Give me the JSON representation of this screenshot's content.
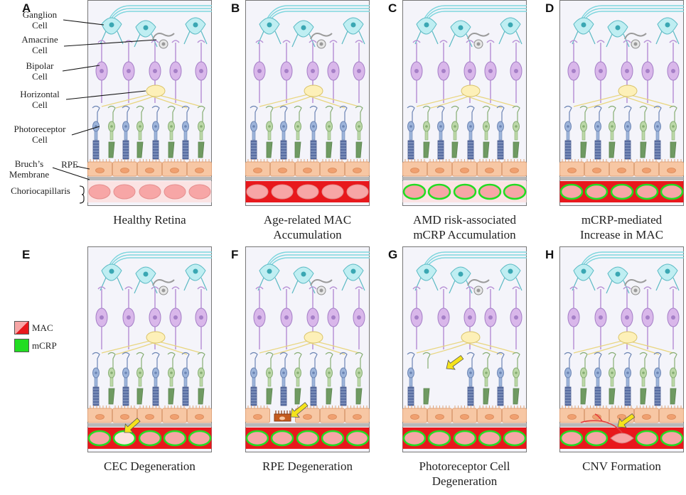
{
  "panels": [
    {
      "letter": "A",
      "caption": [
        "Healthy Retina"
      ],
      "mac": false,
      "mcrp": false,
      "event": "none"
    },
    {
      "letter": "B",
      "caption": [
        "Age-related MAC",
        "Accumulation"
      ],
      "mac": true,
      "mcrp": false,
      "event": "none"
    },
    {
      "letter": "C",
      "caption": [
        "AMD risk-associated",
        "mCRP Accumulation"
      ],
      "mac": false,
      "mcrp": true,
      "event": "none"
    },
    {
      "letter": "D",
      "caption": [
        "mCRP-mediated",
        "Increase in MAC"
      ],
      "mac": true,
      "mcrp": true,
      "event": "none"
    },
    {
      "letter": "E",
      "caption": [
        "CEC Degeneration"
      ],
      "mac": true,
      "mcrp": true,
      "event": "cec"
    },
    {
      "letter": "F",
      "caption": [
        "RPE Degeneration"
      ],
      "mac": true,
      "mcrp": true,
      "event": "rpe"
    },
    {
      "letter": "G",
      "caption": [
        "Photoreceptor Cell",
        "Degeneration"
      ],
      "mac": true,
      "mcrp": true,
      "event": "photoreceptor"
    },
    {
      "letter": "H",
      "caption": [
        "CNV Formation"
      ],
      "mac": true,
      "mcrp": true,
      "event": "cnv"
    }
  ],
  "labels": {
    "ganglion": [
      "Ganglion",
      "Cell"
    ],
    "amacrine": [
      "Amacrine",
      "Cell"
    ],
    "bipolar": [
      "Bipolar",
      "Cell"
    ],
    "horizontal": [
      "Horizontal",
      "Cell"
    ],
    "photoreceptor": [
      "Photoreceptor",
      "Cell"
    ],
    "rpe": "RPE",
    "bruchs": [
      "Bruch’s",
      "Membrane"
    ],
    "choriocapillaris": "Choriocapillaris"
  },
  "legend": [
    {
      "label": "MAC",
      "color": "#e8181c"
    },
    {
      "label": "mCRP",
      "color": "#22dd22"
    }
  ],
  "colors": {
    "ganglion": "#bfeef2",
    "bipolar": "#d9b7ea",
    "horizontal": "#fdf0b8",
    "rod": "#9db4da",
    "cone": "#bcd8a8",
    "rpe": "#f7c7a4",
    "vessel": "#f7a6a6",
    "mac": "#e8181c",
    "mcrp": "#22dd22",
    "bruchs": "#b9b9b9",
    "arrow": "#f5e31c"
  }
}
